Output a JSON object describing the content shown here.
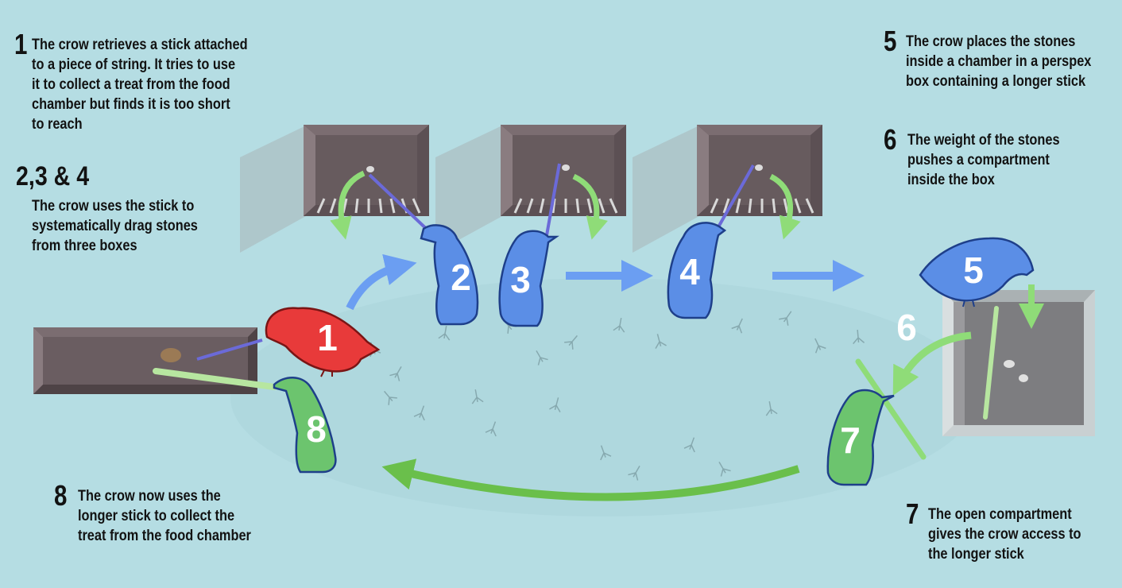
{
  "steps": {
    "s1": {
      "number": "1",
      "text": [
        "The crow retrieves a stick attached",
        "to a piece of string. It tries to use",
        "it to collect a treat from the food",
        "chamber but finds it is too short",
        "to reach"
      ]
    },
    "s234": {
      "number": "2,3 & 4",
      "text": [
        "The crow uses the stick to",
        "systematically drag stones",
        "from three boxes"
      ]
    },
    "s5": {
      "number": "5",
      "text": [
        "The crow places the stones",
        "inside a chamber in a perspex",
        "box containing a longer stick"
      ]
    },
    "s6": {
      "number": "6",
      "text": [
        "The weight of the stones",
        "pushes a compartment",
        "inside the box"
      ]
    },
    "s7": {
      "number": "7",
      "text": [
        "The open compartment",
        "gives the crow access to",
        "the longer stick"
      ]
    },
    "s8": {
      "number": "8",
      "text": [
        "The crow now uses the",
        "longer stick to collect the",
        "treat from the food chamber"
      ]
    }
  },
  "crow_labels": {
    "c1": "1",
    "c2": "2",
    "c3": "3",
    "c4": "4",
    "c5": "5",
    "c6": "6",
    "c7": "7",
    "c8": "8"
  },
  "colors": {
    "background": "#b5dde3",
    "crow_red": "#e83a3a",
    "crow_blue": "#5b8ee6",
    "crow_green": "#6cc46e",
    "arrow_blue": "#6b9ef2",
    "arrow_green": "#6abf4b",
    "box_dark": "#5c5054",
    "stick_blue": "#6b6ad8",
    "stick_green": "#b7e6a0"
  }
}
